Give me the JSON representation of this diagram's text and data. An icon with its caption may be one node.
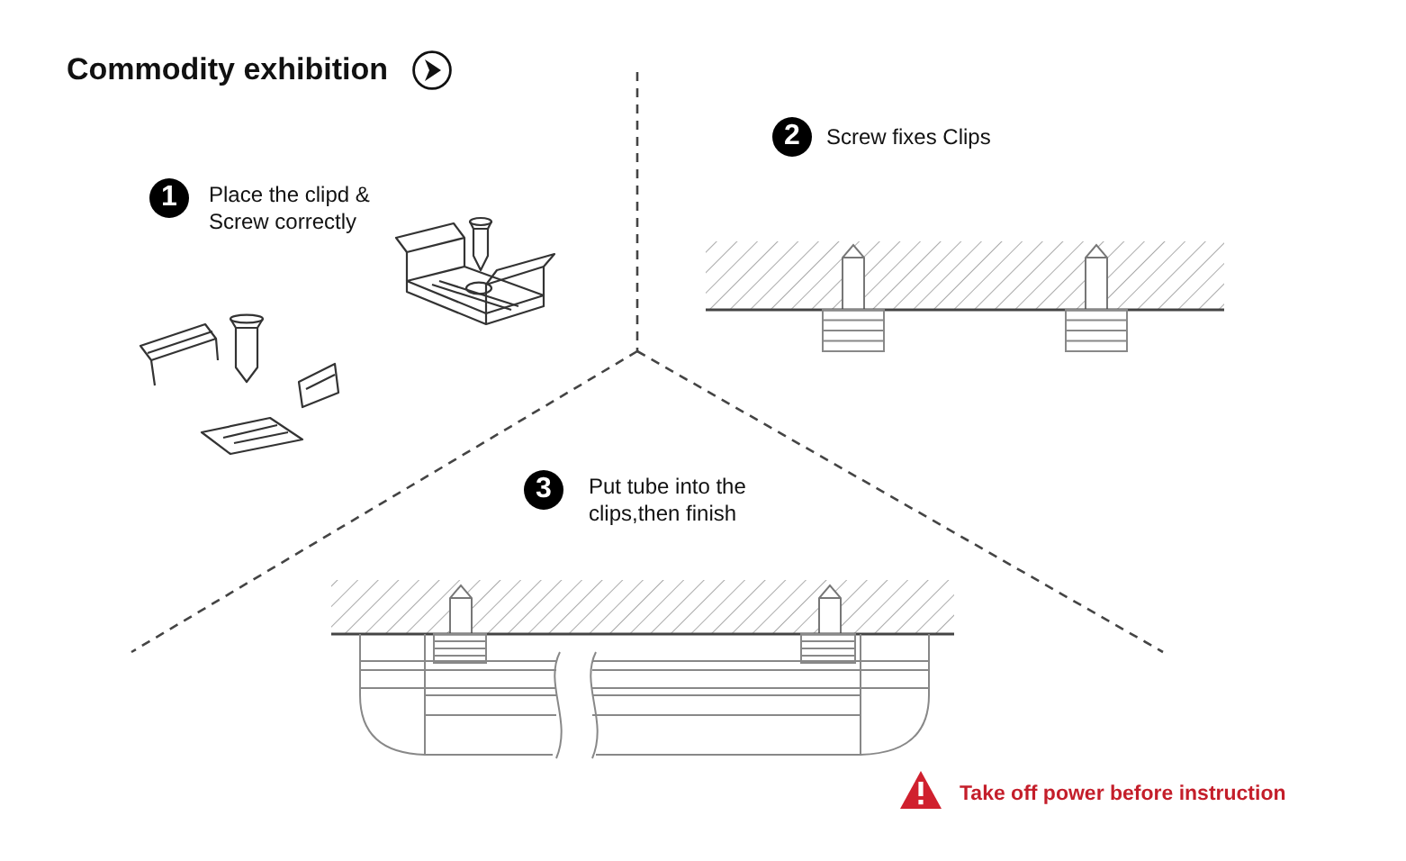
{
  "diagram": {
    "title": "Commodity exhibition",
    "nodes": [
      {
        "text": [
          "1"
        ],
        "beside": [
          "Place the clipd & Screw correctly"
        ]
      },
      {
        "text": [
          "2"
        ],
        "beside": [
          "Screw fixes Clips"
        ]
      },
      {
        "text": [
          "3"
        ],
        "beside": [
          "Put tube into the clips,then finish"
        ]
      }
    ],
    "labels": [
      "Take off power before instruction"
    ]
  }
}
